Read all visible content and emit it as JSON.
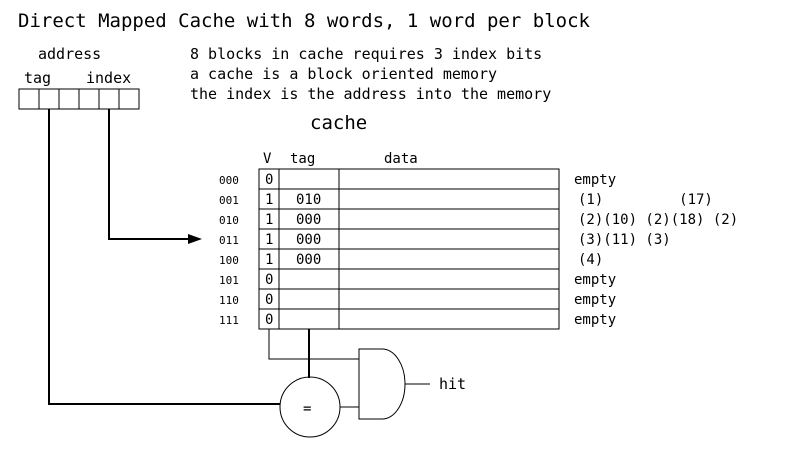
{
  "title": "Direct Mapped Cache with 8 words, 1 word per block",
  "address": {
    "label": "address",
    "tag_label": "tag",
    "index_label": "index"
  },
  "notes": [
    "8 blocks in cache requires 3 index bits",
    "a cache is a block oriented memory",
    "the index is the address into the memory"
  ],
  "cache": {
    "title": "cache",
    "headers": {
      "v": "V",
      "tag": "tag",
      "data": "data"
    },
    "rows": [
      {
        "index": "000",
        "v": "0",
        "tag": "",
        "data": "",
        "side": "empty"
      },
      {
        "index": "001",
        "v": "1",
        "tag": "010",
        "data": "",
        "side": "(1)         (17)"
      },
      {
        "index": "010",
        "v": "1",
        "tag": "000",
        "data": "",
        "side": "(2)(10) (2)(18) (2)"
      },
      {
        "index": "011",
        "v": "1",
        "tag": "000",
        "data": "",
        "side": "(3)(11) (3)"
      },
      {
        "index": "100",
        "v": "1",
        "tag": "000",
        "data": "",
        "side": "(4)"
      },
      {
        "index": "101",
        "v": "0",
        "tag": "",
        "data": "",
        "side": "empty"
      },
      {
        "index": "110",
        "v": "0",
        "tag": "",
        "data": "",
        "side": "empty"
      },
      {
        "index": "111",
        "v": "0",
        "tag": "",
        "data": "",
        "side": "empty"
      }
    ]
  },
  "comparator_symbol": "=",
  "hit_label": "hit"
}
